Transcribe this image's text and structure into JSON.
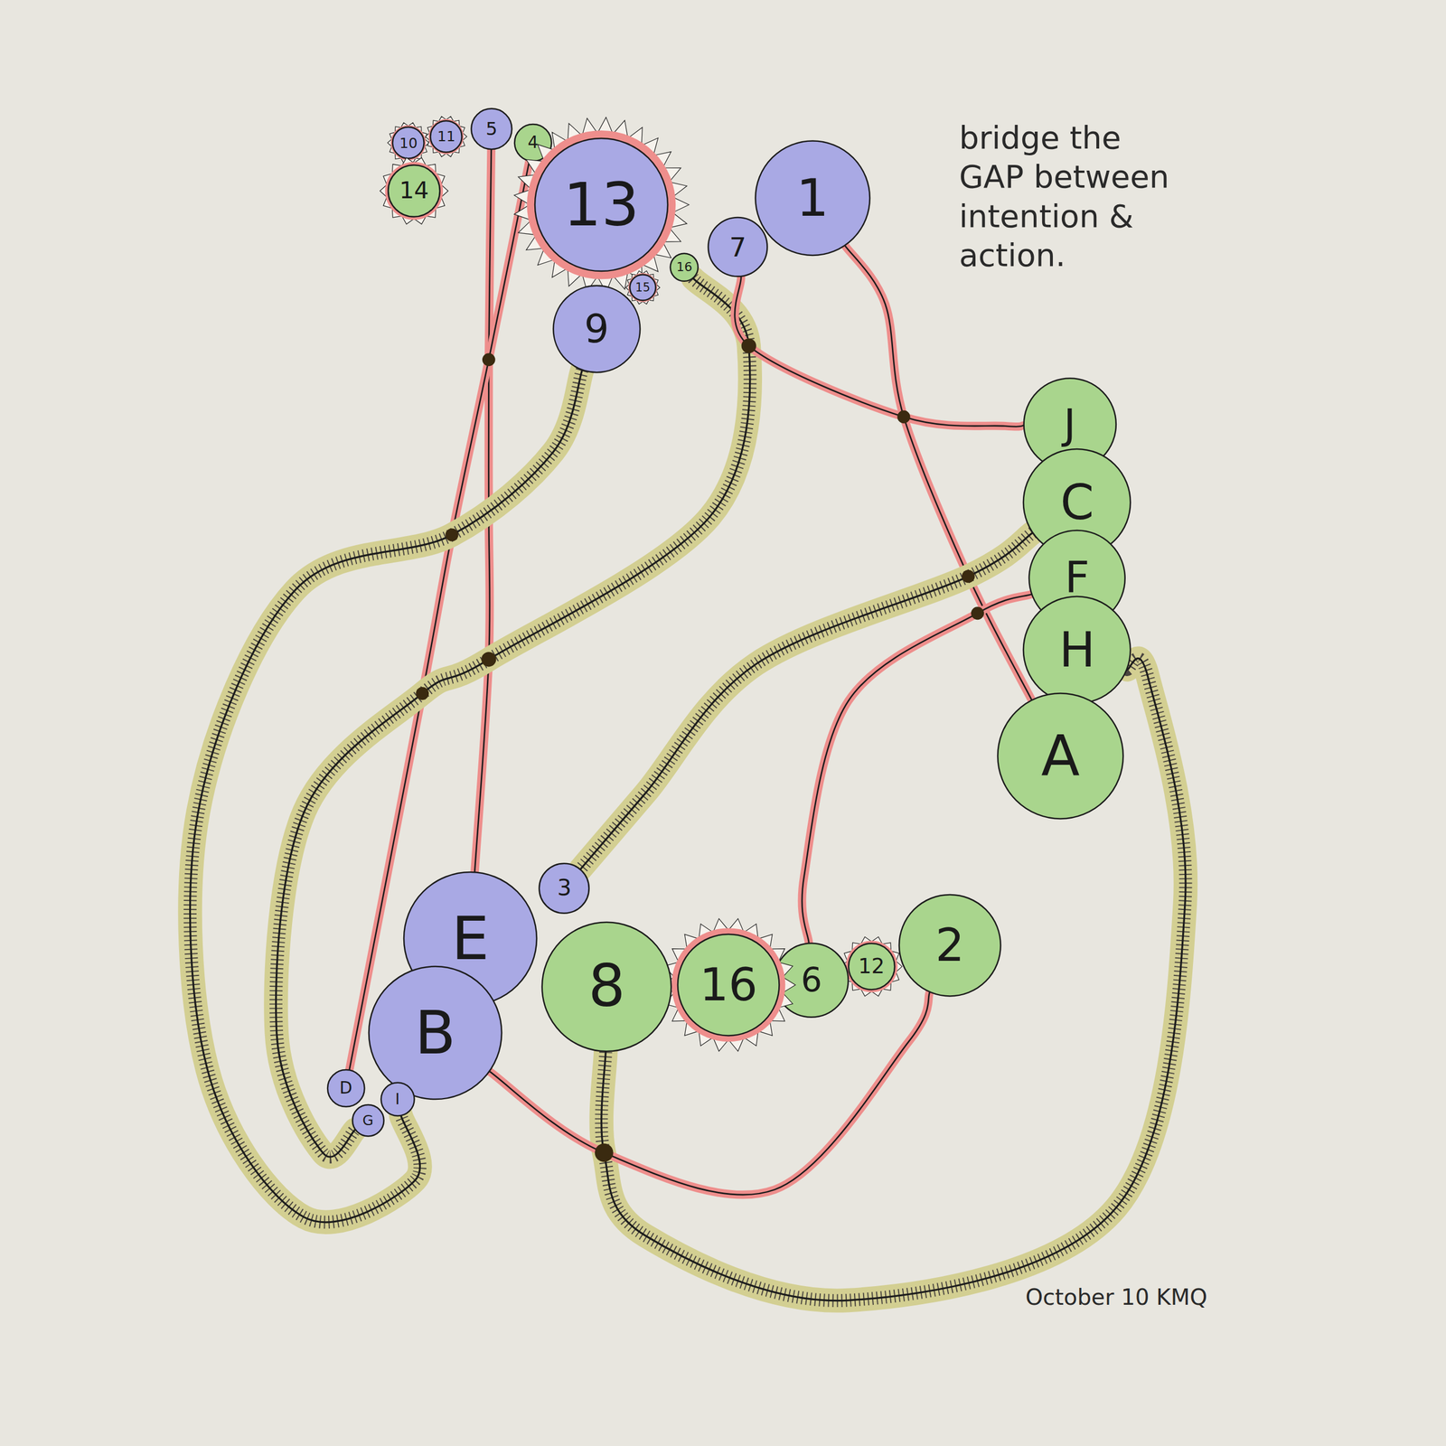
{
  "diagram": {
    "nodes": [
      {
        "text": [
          "10"
        ]
      },
      {
        "text": [
          "11"
        ]
      },
      {
        "text": [
          "5"
        ]
      },
      {
        "text": [
          "4"
        ]
      },
      {
        "text": [
          "14"
        ]
      },
      {
        "text": [
          "13"
        ]
      },
      {
        "text": [
          "1"
        ]
      },
      {
        "text": [
          "7"
        ]
      },
      {
        "text": [
          "16"
        ]
      },
      {
        "text": [
          "15"
        ]
      },
      {
        "text": [
          "9"
        ]
      },
      {
        "text": [
          "J"
        ]
      },
      {
        "text": [
          "C"
        ]
      },
      {
        "text": [
          "F"
        ]
      },
      {
        "text": [
          "H"
        ]
      },
      {
        "text": [
          "A"
        ]
      },
      {
        "text": [
          "3"
        ]
      },
      {
        "text": [
          "E"
        ]
      },
      {
        "text": [
          "2"
        ]
      },
      {
        "text": [
          "12"
        ]
      },
      {
        "text": [
          "6"
        ]
      },
      {
        "text": [
          "16"
        ]
      },
      {
        "text": [
          "8"
        ]
      },
      {
        "text": [
          "B"
        ]
      },
      {
        "text": [
          "D"
        ]
      },
      {
        "text": [
          "I"
        ]
      },
      {
        "text": [
          "G"
        ]
      }
    ],
    "edges": [
      {
        "from": 2,
        "to": 17,
        "arrow": "none"
      },
      {
        "from": 3,
        "to": 24,
        "arrow": "none"
      },
      {
        "from": 10,
        "to": 25,
        "arrow": "none"
      },
      {
        "from": 8,
        "to": 26,
        "arrow": "none"
      },
      {
        "from": 7,
        "to": 11,
        "arrow": "none"
      },
      {
        "from": 6,
        "to": 15,
        "arrow": "none"
      },
      {
        "from": 12,
        "to": 16,
        "arrow": "none"
      },
      {
        "from": 13,
        "to": 20,
        "arrow": "none"
      },
      {
        "from": 14,
        "to": 22,
        "arrow": "none"
      },
      {
        "from": 23,
        "to": 18,
        "arrow": "none"
      }
    ],
    "labels": [
      "bridge the GAP between intention & action.",
      "October 10 KMQ"
    ]
  }
}
